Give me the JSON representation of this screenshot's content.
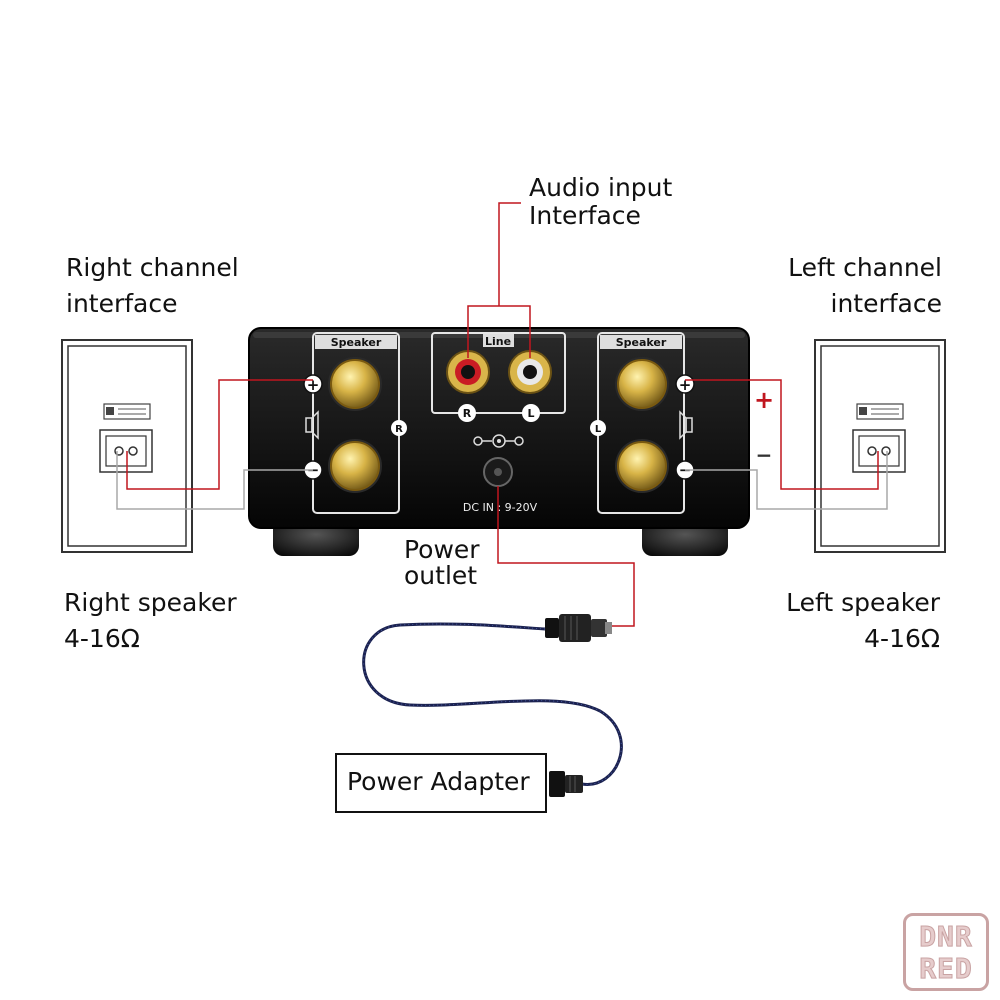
{
  "labels": {
    "audio_input_line1": "Audio input",
    "audio_input_line2": "Interface",
    "right_channel_line1": "Right channel",
    "right_channel_line2": "interface",
    "left_channel_line1": "Left channel",
    "left_channel_line2": "interface",
    "power_outlet_line1": "Power",
    "power_outlet_line2": "outlet",
    "right_speaker_line1": "Right speaker",
    "right_speaker_line2": "4-16Ω",
    "left_speaker_line1": "Left speaker",
    "left_speaker_line2": "4-16Ω",
    "power_adapter": "Power Adapter"
  },
  "amplifier": {
    "speaker_panel_left": "Speaker",
    "speaker_panel_right": "Speaker",
    "line_panel": "Line",
    "rca_right": "R",
    "rca_left": "L",
    "channel_right": "R",
    "channel_left": "L",
    "plus": "+",
    "minus": "−",
    "dc_input": "DC IN : 9-20V"
  },
  "polarity": {
    "plus": "+",
    "minus": "−"
  },
  "watermark": {
    "line1": "DNR",
    "line2": "RED"
  },
  "colors": {
    "wire_red": "#c0161f",
    "wire_gray": "#a8a8a8",
    "cable_navy": "#1b2250",
    "amp_body": "#111111",
    "gold": "#c8a43a"
  }
}
